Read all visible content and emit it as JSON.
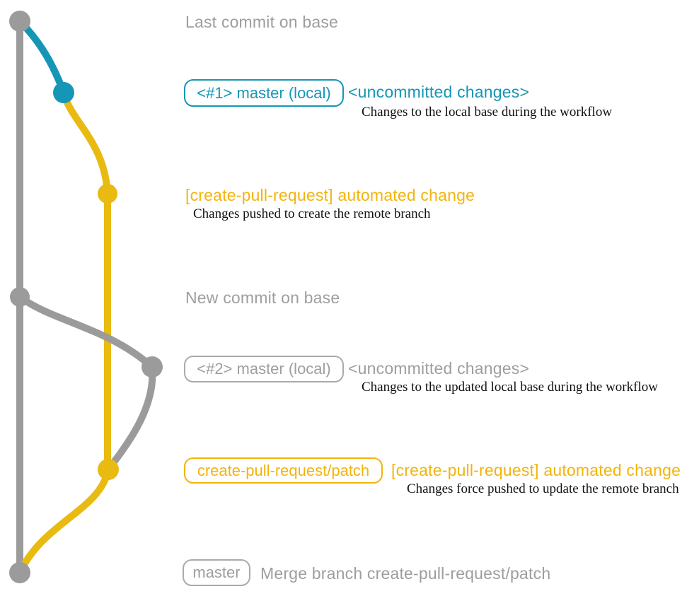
{
  "colors": {
    "gray": "#9b9b9b",
    "gray_text": "#9e9e9e",
    "gray_border": "#ababab",
    "teal": "#1596b6",
    "yellow": "#e9ba10",
    "yellow_text": "#f2b40c",
    "black": "#111111",
    "bg": "#ffffff"
  },
  "graph": {
    "commits": [
      {
        "name": "last-commit-on-base",
        "color": "gray"
      },
      {
        "name": "local-uncommitted-1",
        "color": "teal"
      },
      {
        "name": "pushed-remote-branch",
        "color": "yellow"
      },
      {
        "name": "new-commit-on-base",
        "color": "gray"
      },
      {
        "name": "local-uncommitted-2",
        "color": "gray"
      },
      {
        "name": "force-pushed-remote-branch",
        "color": "yellow"
      },
      {
        "name": "merge-commit",
        "color": "gray"
      }
    ]
  },
  "annotations": {
    "last_commit": {
      "label": "Last commit on base"
    },
    "commit1": {
      "branch_tag": "<#1> master (local)",
      "title": "<uncommitted changes>",
      "desc": "Changes to the local base during the workflow"
    },
    "commit2": {
      "title": "[create-pull-request] automated change",
      "desc": "Changes pushed to create the remote branch"
    },
    "new_commit": {
      "label": "New commit on base"
    },
    "commit3": {
      "branch_tag": "<#2> master (local)",
      "title": "<uncommitted changes>",
      "desc": "Changes to the updated local base during the workflow"
    },
    "commit4": {
      "branch_tag": "create-pull-request/patch",
      "title": "[create-pull-request] automated change",
      "desc": "Changes force pushed to update the remote branch"
    },
    "merge_commit": {
      "branch_tag": "master",
      "label": "Merge branch create-pull-request/patch"
    }
  }
}
